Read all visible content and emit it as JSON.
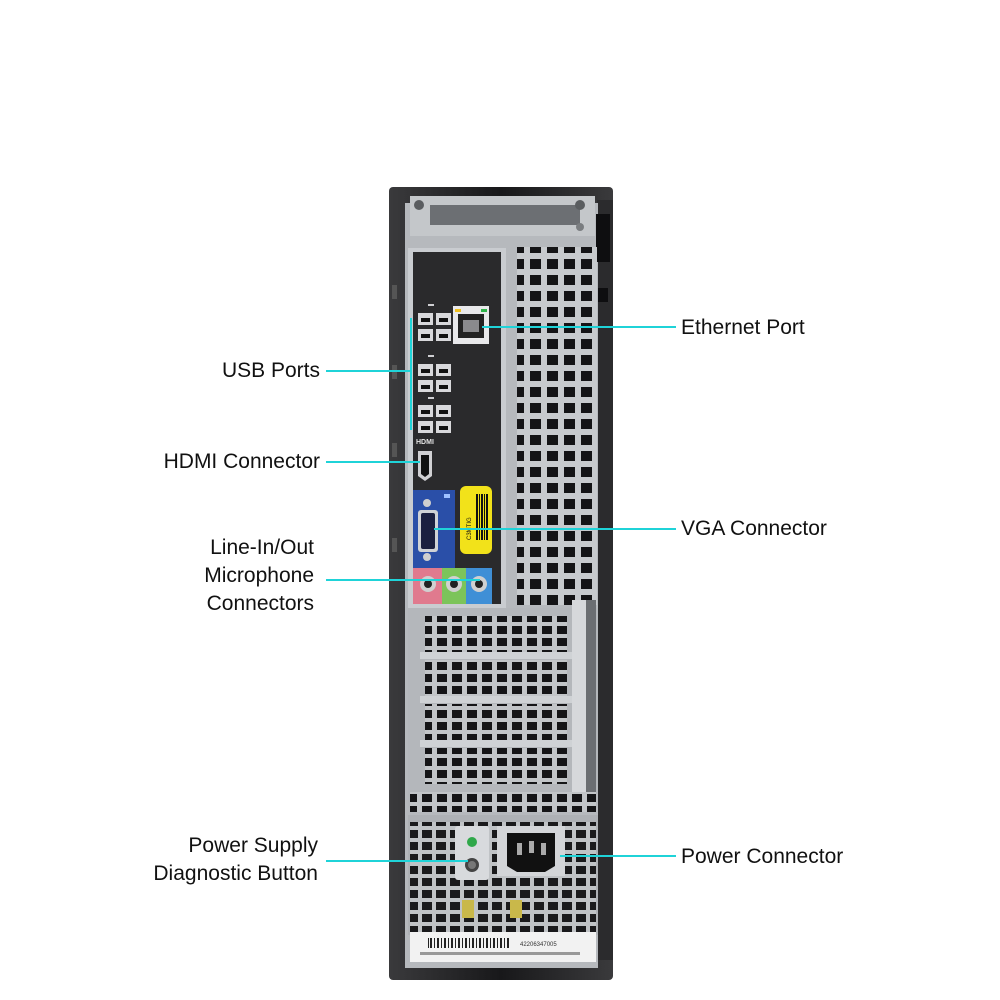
{
  "colors": {
    "callout_line": "#1fd3d8",
    "case_black": "#1c1c1e",
    "panel_silver": "#b9bcc0",
    "io_plate": "#2a2a2c",
    "usb_blue": "#3f3fa8",
    "audio_pink": "#e07a8e",
    "audio_green": "#7cc45a",
    "audio_blue": "#3f8fd6",
    "vga_blue": "#2a4fa8",
    "sticker_yellow": "#f2e21a",
    "led_green": "#2fa84a"
  },
  "io_plate": {
    "hdmi_text": "HDMI",
    "sticker_text": "C3MTIG"
  },
  "labels": {
    "usb_ports": "USB Ports",
    "hdmi_connector": "HDMI Connector",
    "line_in_out_1": "Line-In/Out",
    "line_in_out_2": "Microphone",
    "line_in_out_3": "Connectors",
    "power_supply_1": "Power Supply",
    "power_supply_2": "Diagnostic Button",
    "ethernet_port": "Ethernet Port",
    "vga_connector": "VGA Connector",
    "power_connector": "Power Connector"
  },
  "bottom_label": {
    "serial": "42206347005"
  }
}
